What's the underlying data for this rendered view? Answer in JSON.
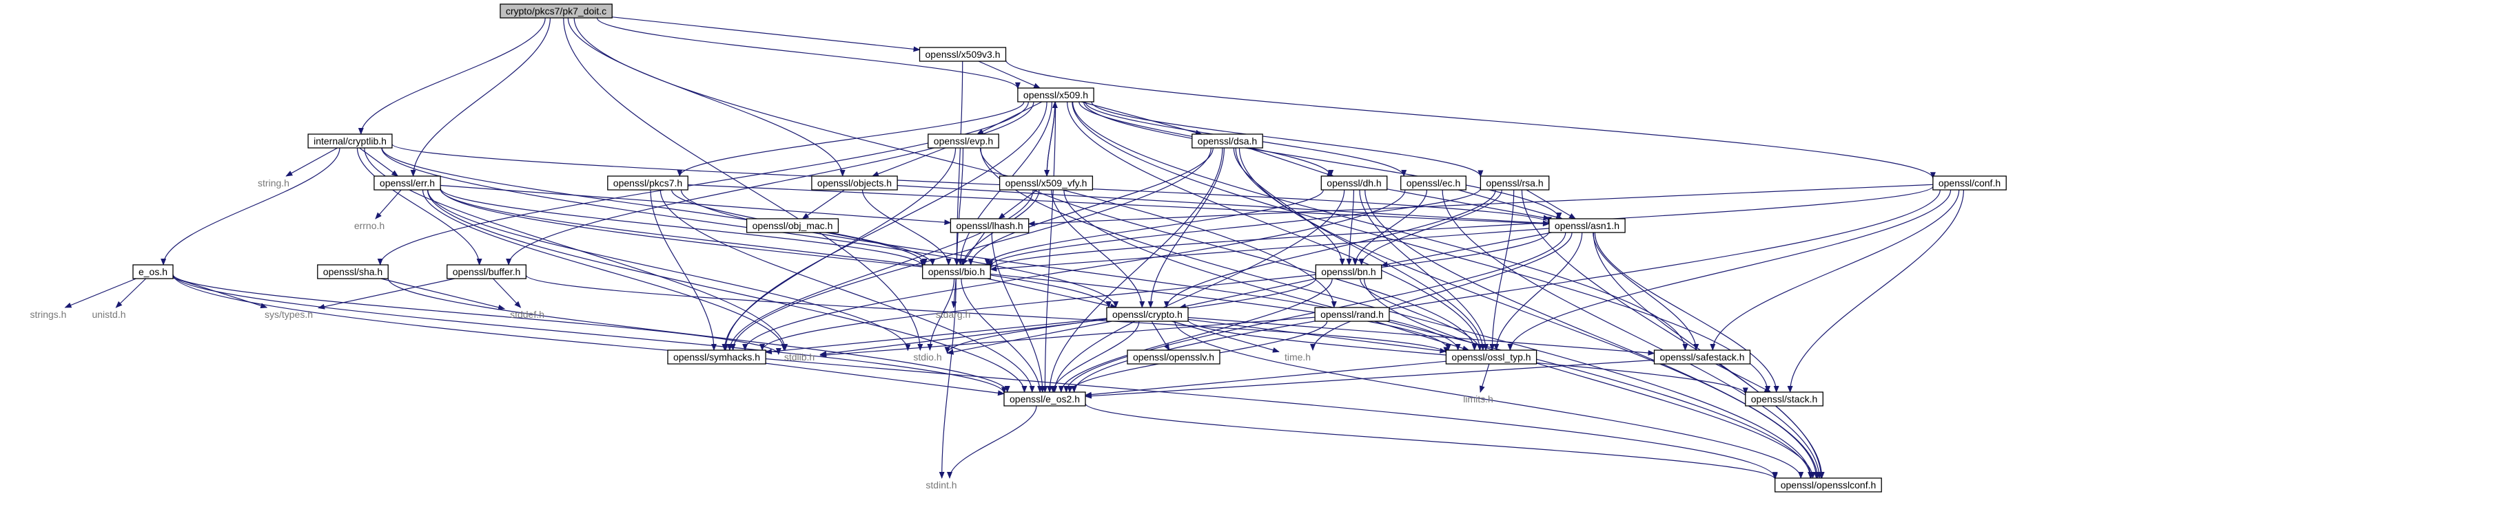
{
  "colors": {
    "edge": "#191970",
    "node_fill": "#ffffff",
    "node_stroke": "#000000",
    "root_fill": "#bfbfbf",
    "plain_text": "#777777"
  },
  "nodes": [
    {
      "id": "root",
      "label": "crypto/pkcs7/pk7_doit.c",
      "style": "root"
    },
    {
      "id": "x509v3",
      "label": "openssl/x509v3.h",
      "style": "box"
    },
    {
      "id": "x509",
      "label": "openssl/x509.h",
      "style": "box"
    },
    {
      "id": "cryptlib",
      "label": "internal/cryptlib.h",
      "style": "box"
    },
    {
      "id": "evp",
      "label": "openssl/evp.h",
      "style": "box"
    },
    {
      "id": "dsa",
      "label": "openssl/dsa.h",
      "style": "box"
    },
    {
      "id": "string",
      "label": "string.h",
      "style": "plain"
    },
    {
      "id": "err",
      "label": "openssl/err.h",
      "style": "box"
    },
    {
      "id": "pkcs7",
      "label": "openssl/pkcs7.h",
      "style": "box"
    },
    {
      "id": "objects",
      "label": "openssl/objects.h",
      "style": "box"
    },
    {
      "id": "x509vfy",
      "label": "openssl/x509_vfy.h",
      "style": "box"
    },
    {
      "id": "dh",
      "label": "openssl/dh.h",
      "style": "box"
    },
    {
      "id": "ec",
      "label": "openssl/ec.h",
      "style": "box"
    },
    {
      "id": "rsa",
      "label": "openssl/rsa.h",
      "style": "box"
    },
    {
      "id": "conf",
      "label": "openssl/conf.h",
      "style": "box"
    },
    {
      "id": "errno",
      "label": "errno.h",
      "style": "plain"
    },
    {
      "id": "objmac",
      "label": "openssl/obj_mac.h",
      "style": "box"
    },
    {
      "id": "lhash",
      "label": "openssl/lhash.h",
      "style": "box"
    },
    {
      "id": "asn1",
      "label": "openssl/asn1.h",
      "style": "box"
    },
    {
      "id": "eos",
      "label": "e_os.h",
      "style": "box"
    },
    {
      "id": "sha",
      "label": "openssl/sha.h",
      "style": "box"
    },
    {
      "id": "buffer",
      "label": "openssl/buffer.h",
      "style": "box"
    },
    {
      "id": "bio",
      "label": "openssl/bio.h",
      "style": "box"
    },
    {
      "id": "bn",
      "label": "openssl/bn.h",
      "style": "box"
    },
    {
      "id": "strings",
      "label": "strings.h",
      "style": "plain"
    },
    {
      "id": "unistd",
      "label": "unistd.h",
      "style": "plain"
    },
    {
      "id": "systypes",
      "label": "sys/types.h",
      "style": "plain"
    },
    {
      "id": "stddef",
      "label": "stddef.h",
      "style": "plain"
    },
    {
      "id": "stdarg",
      "label": "stdarg.h",
      "style": "plain"
    },
    {
      "id": "crypto",
      "label": "openssl/crypto.h",
      "style": "box"
    },
    {
      "id": "rand",
      "label": "openssl/rand.h",
      "style": "box"
    },
    {
      "id": "symhacks",
      "label": "openssl/symhacks.h",
      "style": "box"
    },
    {
      "id": "stdlib",
      "label": "stdlib.h",
      "style": "plain"
    },
    {
      "id": "stdio",
      "label": "stdio.h",
      "style": "plain"
    },
    {
      "id": "opensslv",
      "label": "openssl/opensslv.h",
      "style": "box"
    },
    {
      "id": "time",
      "label": "time.h",
      "style": "plain"
    },
    {
      "id": "ossltyp",
      "label": "openssl/ossl_typ.h",
      "style": "box"
    },
    {
      "id": "safestack",
      "label": "openssl/safestack.h",
      "style": "box"
    },
    {
      "id": "eos2",
      "label": "openssl/e_os2.h",
      "style": "box"
    },
    {
      "id": "limits",
      "label": "limits.h",
      "style": "plain"
    },
    {
      "id": "stack",
      "label": "openssl/stack.h",
      "style": "box"
    },
    {
      "id": "stdint",
      "label": "stdint.h",
      "style": "plain"
    },
    {
      "id": "opensslconf",
      "label": "openssl/opensslconf.h",
      "style": "box"
    }
  ],
  "edges": [
    [
      "root",
      "x509v3"
    ],
    [
      "root",
      "x509"
    ],
    [
      "root",
      "cryptlib"
    ],
    [
      "root",
      "err"
    ],
    [
      "root",
      "objects"
    ],
    [
      "root",
      "stdio"
    ],
    [
      "root",
      "rand"
    ],
    [
      "x509v3",
      "x509"
    ],
    [
      "x509v3",
      "bio"
    ],
    [
      "x509v3",
      "conf"
    ],
    [
      "x509",
      "eos2"
    ],
    [
      "x509",
      "symhacks"
    ],
    [
      "x509",
      "buffer"
    ],
    [
      "x509",
      "evp"
    ],
    [
      "x509",
      "bio"
    ],
    [
      "x509",
      "stack"
    ],
    [
      "x509",
      "asn1"
    ],
    [
      "x509",
      "safestack"
    ],
    [
      "x509",
      "ec"
    ],
    [
      "x509",
      "rsa"
    ],
    [
      "x509",
      "dsa"
    ],
    [
      "x509",
      "dh"
    ],
    [
      "x509",
      "sha"
    ],
    [
      "x509",
      "ossltyp"
    ],
    [
      "x509",
      "x509vfy"
    ],
    [
      "x509",
      "pkcs7"
    ],
    [
      "cryptlib",
      "eos"
    ],
    [
      "cryptlib",
      "string"
    ],
    [
      "cryptlib",
      "err"
    ],
    [
      "cryptlib",
      "crypto"
    ],
    [
      "cryptlib",
      "buffer"
    ],
    [
      "cryptlib",
      "bio"
    ],
    [
      "cryptlib",
      "asn1"
    ],
    [
      "cryptlib",
      "stdlib"
    ],
    [
      "evp",
      "opensslconf"
    ],
    [
      "evp",
      "ossltyp"
    ],
    [
      "evp",
      "symhacks"
    ],
    [
      "evp",
      "bio"
    ],
    [
      "evp",
      "objects"
    ],
    [
      "dsa",
      "eos2"
    ],
    [
      "dsa",
      "opensslconf"
    ],
    [
      "dsa",
      "bio"
    ],
    [
      "dsa",
      "crypto"
    ],
    [
      "dsa",
      "ossltyp"
    ],
    [
      "dsa",
      "bn"
    ],
    [
      "dsa",
      "dh"
    ],
    [
      "dsa",
      "symhacks"
    ],
    [
      "err",
      "eos2"
    ],
    [
      "err",
      "stdio"
    ],
    [
      "err",
      "stdlib"
    ],
    [
      "err",
      "ossltyp"
    ],
    [
      "err",
      "bio"
    ],
    [
      "err",
      "lhash"
    ],
    [
      "err",
      "errno"
    ],
    [
      "err",
      "crypto"
    ],
    [
      "pkcs7",
      "asn1"
    ],
    [
      "pkcs7",
      "bio"
    ],
    [
      "pkcs7",
      "eos2"
    ],
    [
      "pkcs7",
      "symhacks"
    ],
    [
      "pkcs7",
      "ossltyp"
    ],
    [
      "objects",
      "objmac"
    ],
    [
      "objects",
      "bio"
    ],
    [
      "objects",
      "asn1"
    ],
    [
      "x509vfy",
      "opensslconf"
    ],
    [
      "x509vfy",
      "lhash"
    ],
    [
      "x509vfy",
      "bio"
    ],
    [
      "x509vfy",
      "crypto"
    ],
    [
      "x509vfy",
      "symhacks"
    ],
    [
      "x509vfy",
      "x509"
    ],
    [
      "dh",
      "eos2"
    ],
    [
      "dh",
      "opensslconf"
    ],
    [
      "dh",
      "bio"
    ],
    [
      "dh",
      "ossltyp"
    ],
    [
      "dh",
      "bn"
    ],
    [
      "dh",
      "asn1"
    ],
    [
      "ec",
      "opensslconf"
    ],
    [
      "ec",
      "asn1"
    ],
    [
      "ec",
      "symhacks"
    ],
    [
      "ec",
      "bn"
    ],
    [
      "rsa",
      "opensslconf"
    ],
    [
      "rsa",
      "asn1"
    ],
    [
      "rsa",
      "bio"
    ],
    [
      "rsa",
      "crypto"
    ],
    [
      "rsa",
      "ossltyp"
    ],
    [
      "rsa",
      "bn"
    ],
    [
      "conf",
      "bio"
    ],
    [
      "conf",
      "lhash"
    ],
    [
      "conf",
      "stack"
    ],
    [
      "conf",
      "safestack"
    ],
    [
      "conf",
      "eos2"
    ],
    [
      "conf",
      "ossltyp"
    ],
    [
      "lhash",
      "eos2"
    ],
    [
      "lhash",
      "bio"
    ],
    [
      "asn1",
      "eos2"
    ],
    [
      "asn1",
      "time"
    ],
    [
      "asn1",
      "opensslconf"
    ],
    [
      "asn1",
      "bio"
    ],
    [
      "asn1",
      "stack"
    ],
    [
      "asn1",
      "safestack"
    ],
    [
      "asn1",
      "ossltyp"
    ],
    [
      "asn1",
      "symhacks"
    ],
    [
      "asn1",
      "bn"
    ],
    [
      "eos",
      "eos2"
    ],
    [
      "eos",
      "systypes"
    ],
    [
      "eos",
      "stdlib"
    ],
    [
      "eos",
      "opensslconf"
    ],
    [
      "eos",
      "strings"
    ],
    [
      "eos",
      "unistd"
    ],
    [
      "sha",
      "eos2"
    ],
    [
      "sha",
      "stddef"
    ],
    [
      "buffer",
      "ossltyp"
    ],
    [
      "buffer",
      "stddef"
    ],
    [
      "buffer",
      "systypes"
    ],
    [
      "bio",
      "eos2"
    ],
    [
      "bio",
      "stdio"
    ],
    [
      "bio",
      "stdarg"
    ],
    [
      "bio",
      "crypto"
    ],
    [
      "bio",
      "stdint"
    ],
    [
      "bn",
      "eos2"
    ],
    [
      "bn",
      "stdio"
    ],
    [
      "bn",
      "ossltyp"
    ],
    [
      "bn",
      "crypto"
    ],
    [
      "bn",
      "opensslconf"
    ],
    [
      "crypto",
      "stdlib"
    ],
    [
      "crypto",
      "eos2"
    ],
    [
      "crypto",
      "stdio"
    ],
    [
      "crypto",
      "stack"
    ],
    [
      "crypto",
      "safestack"
    ],
    [
      "crypto",
      "opensslv"
    ],
    [
      "crypto",
      "ossltyp"
    ],
    [
      "crypto",
      "opensslconf"
    ],
    [
      "crypto",
      "symhacks"
    ],
    [
      "crypto",
      "time"
    ],
    [
      "rand",
      "stdlib"
    ],
    [
      "rand",
      "ossltyp"
    ],
    [
      "rand",
      "eos2"
    ],
    [
      "symhacks",
      "eos2"
    ],
    [
      "ossltyp",
      "eos2"
    ],
    [
      "ossltyp",
      "limits"
    ],
    [
      "safestack",
      "stack"
    ],
    [
      "safestack",
      "eos2"
    ],
    [
      "eos2",
      "opensslconf"
    ],
    [
      "eos2",
      "stdint"
    ]
  ]
}
